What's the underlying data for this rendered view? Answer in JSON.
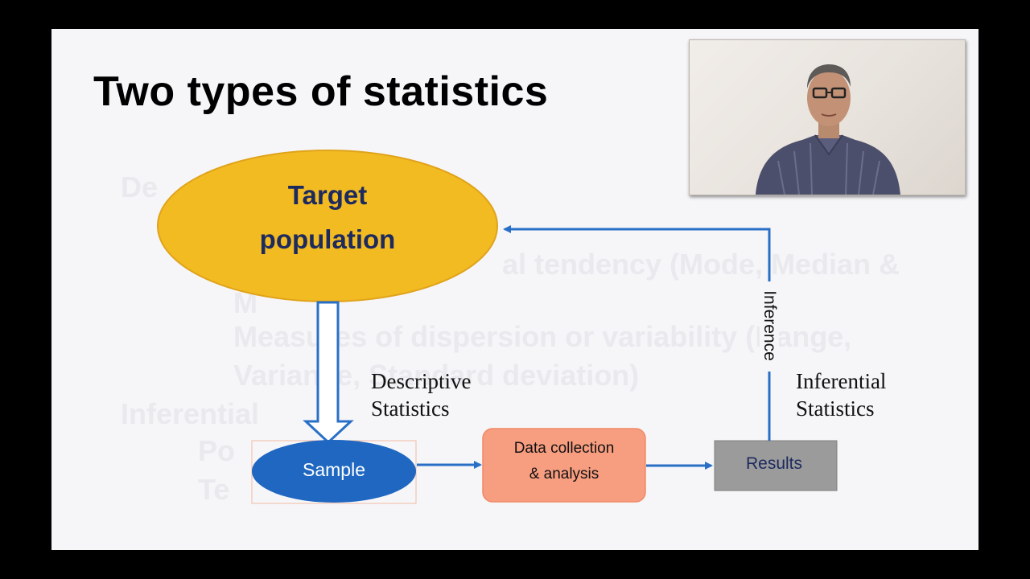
{
  "slide": {
    "title": "Two types of statistics",
    "background_text": {
      "line1": "De",
      "line2": "al tendency (Mode, Median &",
      "line3": "M",
      "line4": "Measures of dispersion or variability (Range,",
      "line5": "Variance, Standard deviation)",
      "line6": "Inferential",
      "line7": "Po",
      "line8": "Te"
    }
  },
  "diagram": {
    "target_population": {
      "line1": "Target",
      "line2": "population"
    },
    "sample": "Sample",
    "data_collection": {
      "line1": "Data collection",
      "line2": "& analysis"
    },
    "results": "Results",
    "inference": "Inference",
    "descriptive_statistics": "Descriptive\nStatistics",
    "inferential_statistics": "Inferential\nStatistics"
  },
  "colors": {
    "ellipse_fill": "#f3bb22",
    "ellipse_stroke": "#e0a31a",
    "ellipse_text": "#1d2a5e",
    "sample_fill": "#1f67c0",
    "arrow_blue": "#2a6fc6",
    "data_box_fill": "#f79d80",
    "results_fill": "#9b9b9b",
    "results_text": "#1d2a5e"
  },
  "webcam": {
    "icon": "presenter-video"
  }
}
